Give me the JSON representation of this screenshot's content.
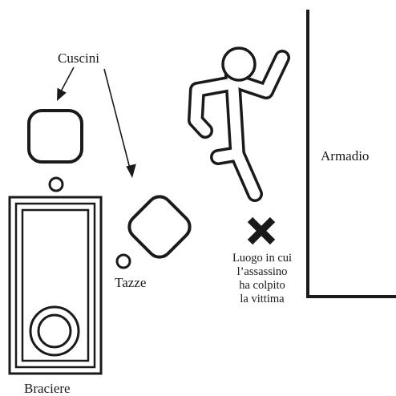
{
  "labels": {
    "cushions": "Cuscini",
    "cups": "Tazze",
    "wardrobe": "Armadio",
    "brazier": "Braciere",
    "murder_spot": [
      "Luogo in cui",
      "l’assassino",
      "ha colpito",
      "la vittima"
    ]
  },
  "colors": {
    "ink": "#1a1a1a",
    "background": "#ffffff"
  },
  "icons": {
    "murder_marker": "x-mark-icon",
    "victim_outline": "body-outline-icon"
  }
}
